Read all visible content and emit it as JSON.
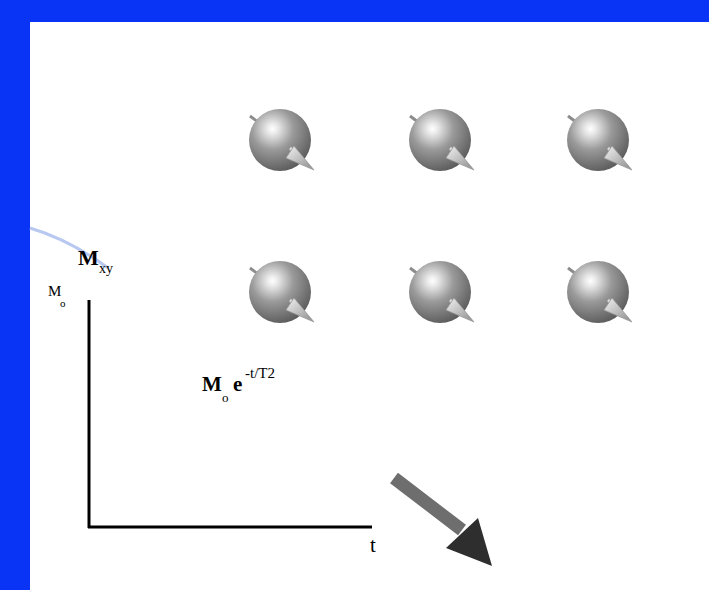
{
  "diagram": {
    "labels": [
      "M",
      "xy",
      "M",
      "o",
      "M",
      "o",
      "e",
      "-t/T2",
      "t"
    ]
  }
}
